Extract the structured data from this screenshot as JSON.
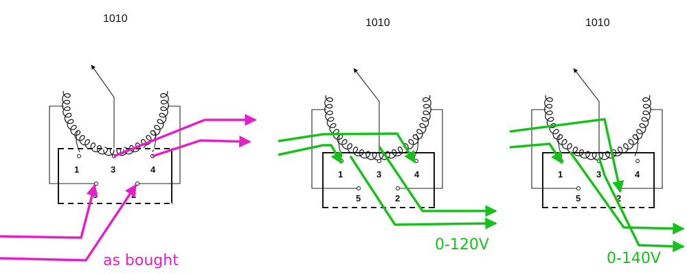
{
  "colors": {
    "as_bought": "#e61ec8",
    "option_green": "#16c21a",
    "ink": "#1a1a1a"
  },
  "diagrams": [
    {
      "part_number": "1010",
      "terminals": [
        "1",
        "3",
        "4",
        "5",
        "2"
      ]
    },
    {
      "part_number": "1010",
      "terminals": [
        "1",
        "3",
        "4",
        "5",
        "2"
      ]
    },
    {
      "part_number": "1010",
      "terminals": [
        "1",
        "3",
        "4",
        "5",
        "2"
      ]
    }
  ],
  "captions": {
    "as_bought": "as bought",
    "range_120": "0-120V",
    "range_140": "0-140V"
  }
}
